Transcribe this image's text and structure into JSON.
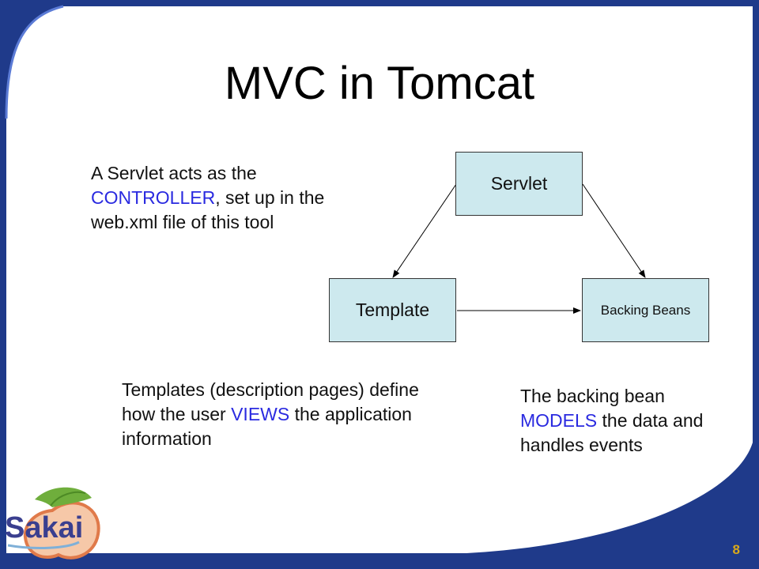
{
  "slide": {
    "title": "MVC in Tomcat",
    "page_number": "8"
  },
  "diagram": {
    "nodes": {
      "servlet": "Servlet",
      "template": "Template",
      "backing_beans": "Backing Beans"
    }
  },
  "captions": {
    "controller": {
      "before": "A Servlet acts as the ",
      "highlight": "CONTROLLER",
      "after": ", set up in the web.xml file of this tool"
    },
    "view": {
      "before": "Templates (description pages) define how the user ",
      "highlight": "VIEWS",
      "after": " the application information"
    },
    "model": {
      "before": "The backing bean ",
      "highlight": "MODELS",
      "after": " the data and handles events"
    }
  },
  "logo": {
    "text": "Sakai"
  },
  "colors": {
    "frame_blue": "#1f3a8a",
    "box_fill": "#cde9ee",
    "highlight": "#2a2ae0",
    "page_number": "#d9a81a"
  }
}
